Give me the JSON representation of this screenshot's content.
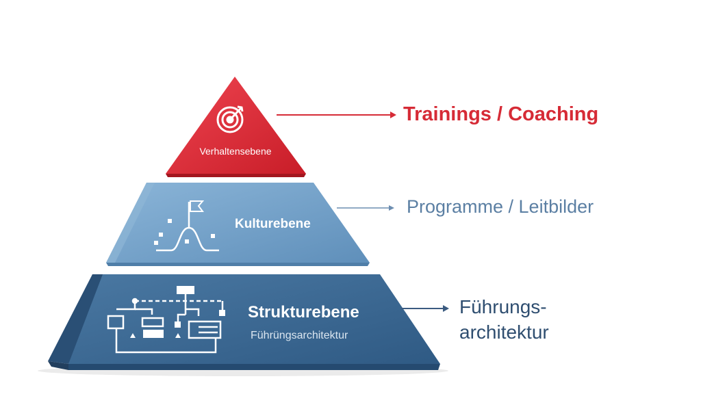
{
  "levels": [
    {
      "name": "Verhaltensebene",
      "color": "#d8232e",
      "annotation": "Trainings / Coaching",
      "annotation_color": "#d62b36",
      "icon": "target-icon"
    },
    {
      "name": "Kulturebene",
      "color": "#6f9fc7",
      "annotation": "Programme / Leitbilder",
      "annotation_color": "#5b7fa3",
      "icon": "flag-curve-icon"
    },
    {
      "name": "Strukturebene",
      "subtitle": "Führüngsarchitektur",
      "color": "#3b6892",
      "annotation_line1": "Führungs-",
      "annotation_line2": "architektur",
      "annotation_color": "#2f4e70",
      "icon": "org-structure-icon"
    }
  ]
}
